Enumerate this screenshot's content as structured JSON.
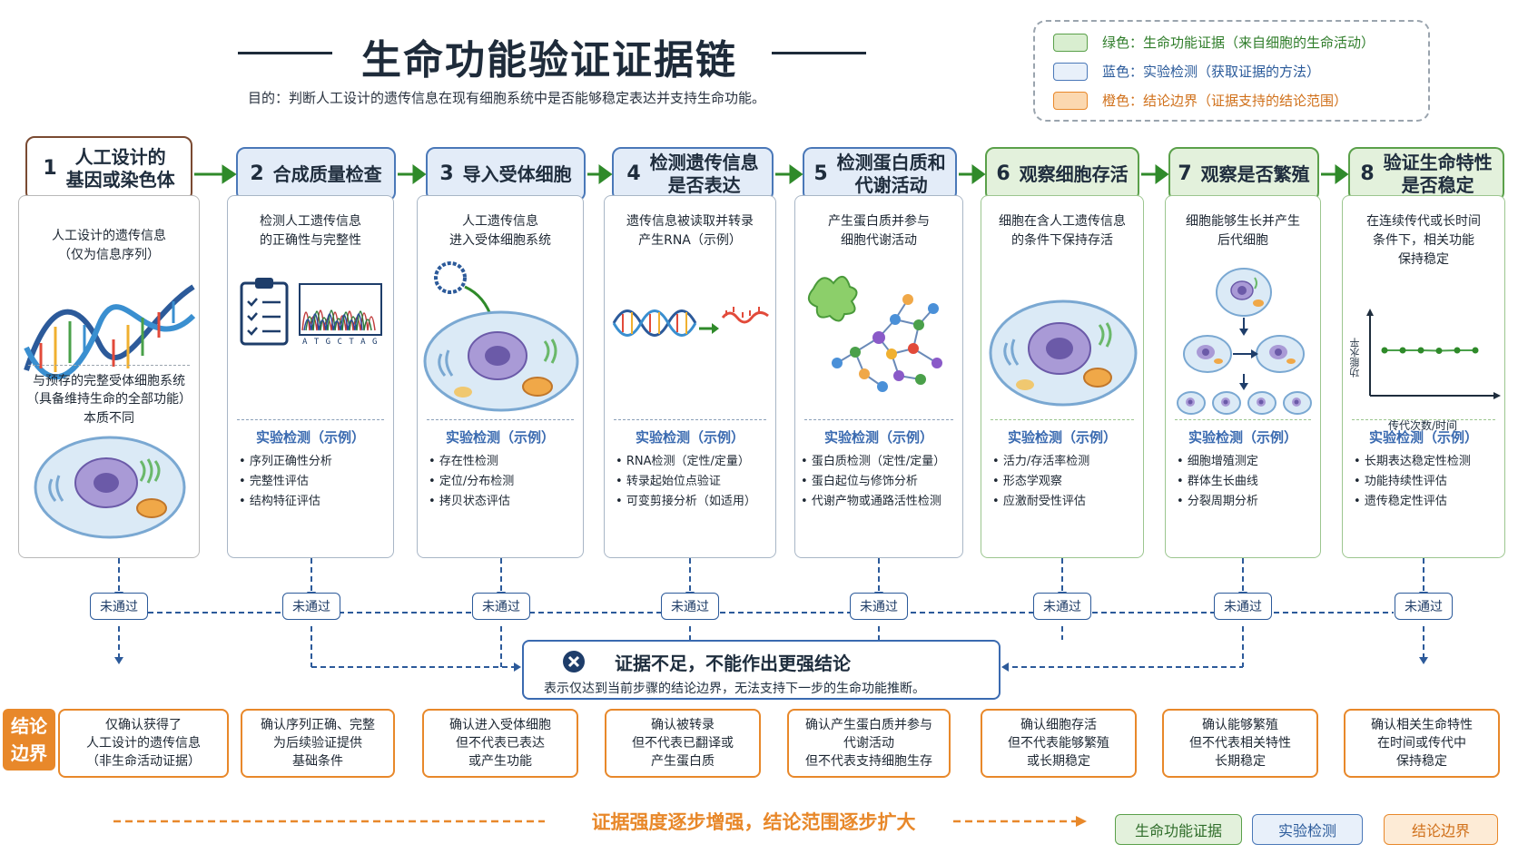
{
  "title": "生命功能验证证据链",
  "purpose": "目的：判断人工设计的遗传信息在现有细胞系统中是否能够稳定表达并支持生命功能。",
  "legend": [
    {
      "label": "绿色：生命功能证据（来自细胞的生命活动）",
      "color": "#5aa04a",
      "fill": "#d9eed0",
      "text_color": "#2f7d2a"
    },
    {
      "label": "蓝色：实验检测（获取证据的方法）",
      "color": "#4a78b8",
      "fill": "#e8f0fa",
      "text_color": "#2a5a9a"
    },
    {
      "label": "橙色：结论边界（证据支持的结论范围）",
      "color": "#e8882a",
      "fill": "#fbd8b0",
      "text_color": "#d0701a"
    }
  ],
  "steps": [
    {
      "num": "1",
      "header": "人工设计的\n基因或染色体",
      "desc": "人工设计的遗传信息\n（仅为信息序列）",
      "desc2": "与预存的完整受体细胞系统\n（具备维持生命的全部功能）\n本质不同",
      "color": "brown",
      "fail": "未通过",
      "conclusion": "仅确认获得了\n人工设计的遗传信息\n（非生命活动证据）"
    },
    {
      "num": "2",
      "header": "合成质量检查",
      "desc": "检测人工遗传信息\n的正确性与完整性",
      "color": "blue",
      "exp_title": "实验检测（示例）",
      "exp": [
        "序列正确性分析",
        "完整性评估",
        "结构特征评估"
      ],
      "fail": "未通过",
      "conclusion": "确认序列正确、完整\n为后续验证提供\n基础条件",
      "seq_letters": "A T G C T A G"
    },
    {
      "num": "3",
      "header": "导入受体细胞",
      "desc": "人工遗传信息\n进入受体细胞系统",
      "color": "blue",
      "exp_title": "实验检测（示例）",
      "exp": [
        "存在性检测",
        "定位/分布检测",
        "拷贝状态评估"
      ],
      "fail": "未通过",
      "conclusion": "确认进入受体细胞\n但不代表已表达\n或产生功能"
    },
    {
      "num": "4",
      "header": "检测遗传信息\n是否表达",
      "desc": "遗传信息被读取并转录\n产生RNA（示例）",
      "color": "blue",
      "exp_title": "实验检测（示例）",
      "exp": [
        "RNA检测（定性/定量）",
        "转录起始位点验证",
        "可变剪接分析（如适用）"
      ],
      "fail": "未通过",
      "conclusion": "确认被转录\n但不代表已翻译或\n产生蛋白质"
    },
    {
      "num": "5",
      "header": "检测蛋白质和\n代谢活动",
      "desc": "产生蛋白质并参与\n细胞代谢活动",
      "color": "blue",
      "exp_title": "实验检测（示例）",
      "exp": [
        "蛋白质检测（定性/定量）",
        "蛋白起位与修饰分析",
        "代谢产物或通路活性检测"
      ],
      "fail": "未通过",
      "conclusion": "确认产生蛋白质并参与\n代谢活动\n但不代表支持细胞生存"
    },
    {
      "num": "6",
      "header": "观察细胞存活",
      "desc": "细胞在含人工遗传信息\n的条件下保持存活",
      "color": "green",
      "exp_title": "实验检测（示例）",
      "exp": [
        "活力/存活率检测",
        "形态学观察",
        "应激耐受性评估"
      ],
      "fail": "未通过",
      "conclusion": "确认细胞存活\n但不代表能够繁殖\n或长期稳定"
    },
    {
      "num": "7",
      "header": "观察是否繁殖",
      "desc": "细胞能够生长并产生\n后代细胞",
      "color": "green",
      "exp_title": "实验检测（示例）",
      "exp": [
        "细胞增殖测定",
        "群体生长曲线",
        "分裂周期分析"
      ],
      "fail": "未通过",
      "conclusion": "确认能够繁殖\n但不代表相关特性\n长期稳定"
    },
    {
      "num": "8",
      "header": "验证生命特性\n是否稳定",
      "desc": "在连续传代或长时间\n条件下，相关功能\n保持稳定",
      "color": "green",
      "exp_title": "实验检测（示例）",
      "exp": [
        "长期表达稳定性检测",
        "功能持续性评估",
        "遗传稳定性评估"
      ],
      "fail": "未通过",
      "conclusion": "确认相关生命特性\n在时间或传代中\n保持稳定",
      "chart_ylabel": "功能水平",
      "chart_xlabel": "传代次数/时间"
    }
  ],
  "insufficient": {
    "title": "证据不足，不能作出更强结论",
    "subtitle": "表示仅达到当前步骤的结论边界，无法支持下一步的生命功能推断。"
  },
  "conclusion_label": "结论\n边界",
  "footer": "证据强度逐步增强，结论范围逐步扩大",
  "badges": [
    {
      "label": "生命功能证据",
      "color": "#5aa04a",
      "fill": "#e3f1dc",
      "text_color": "#2f6d2a"
    },
    {
      "label": "实验检测",
      "color": "#4a78b8",
      "fill": "#e8f0fa",
      "text_color": "#2a5a9a"
    },
    {
      "label": "结论边界",
      "color": "#e8882a",
      "fill": "#fdebd6",
      "text_color": "#d0701a"
    }
  ]
}
